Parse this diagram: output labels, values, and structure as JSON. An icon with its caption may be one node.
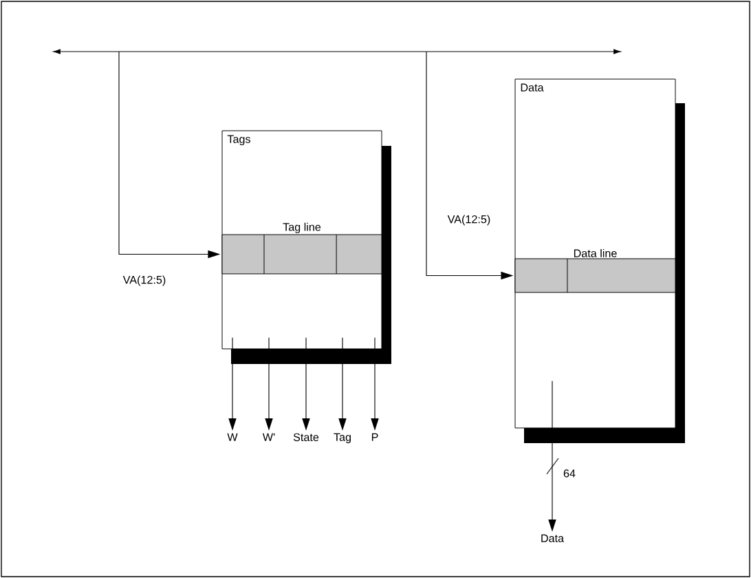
{
  "diagram": {
    "nodes": [
      {
        "text": [
          "Tags"
        ]
      },
      {
        "text": [
          "Tag line"
        ],
        "in": 0
      },
      {
        "text": [
          "Data"
        ]
      },
      {
        "text": [
          "Data line"
        ],
        "in": 2
      },
      {
        "text": [
          "W"
        ]
      },
      {
        "text": [
          "W'"
        ]
      },
      {
        "text": [
          "State"
        ]
      },
      {
        "text": [
          "Tag"
        ]
      },
      {
        "text": [
          "P"
        ]
      },
      {
        "text": [
          "Data"
        ]
      }
    ],
    "edges": [
      {
        "from": null,
        "to": 1,
        "arrow": "to",
        "label": "VA(12:5)"
      },
      {
        "from": null,
        "to": 3,
        "arrow": "to",
        "label": "VA(12:5)"
      },
      {
        "from": 0,
        "to": 4,
        "arrow": "to"
      },
      {
        "from": 0,
        "to": 5,
        "arrow": "to"
      },
      {
        "from": 0,
        "to": 6,
        "arrow": "to"
      },
      {
        "from": 0,
        "to": 7,
        "arrow": "to"
      },
      {
        "from": 0,
        "to": 8,
        "arrow": "to"
      },
      {
        "from": 2,
        "to": 9,
        "arrow": "to",
        "label": "64"
      }
    ]
  }
}
